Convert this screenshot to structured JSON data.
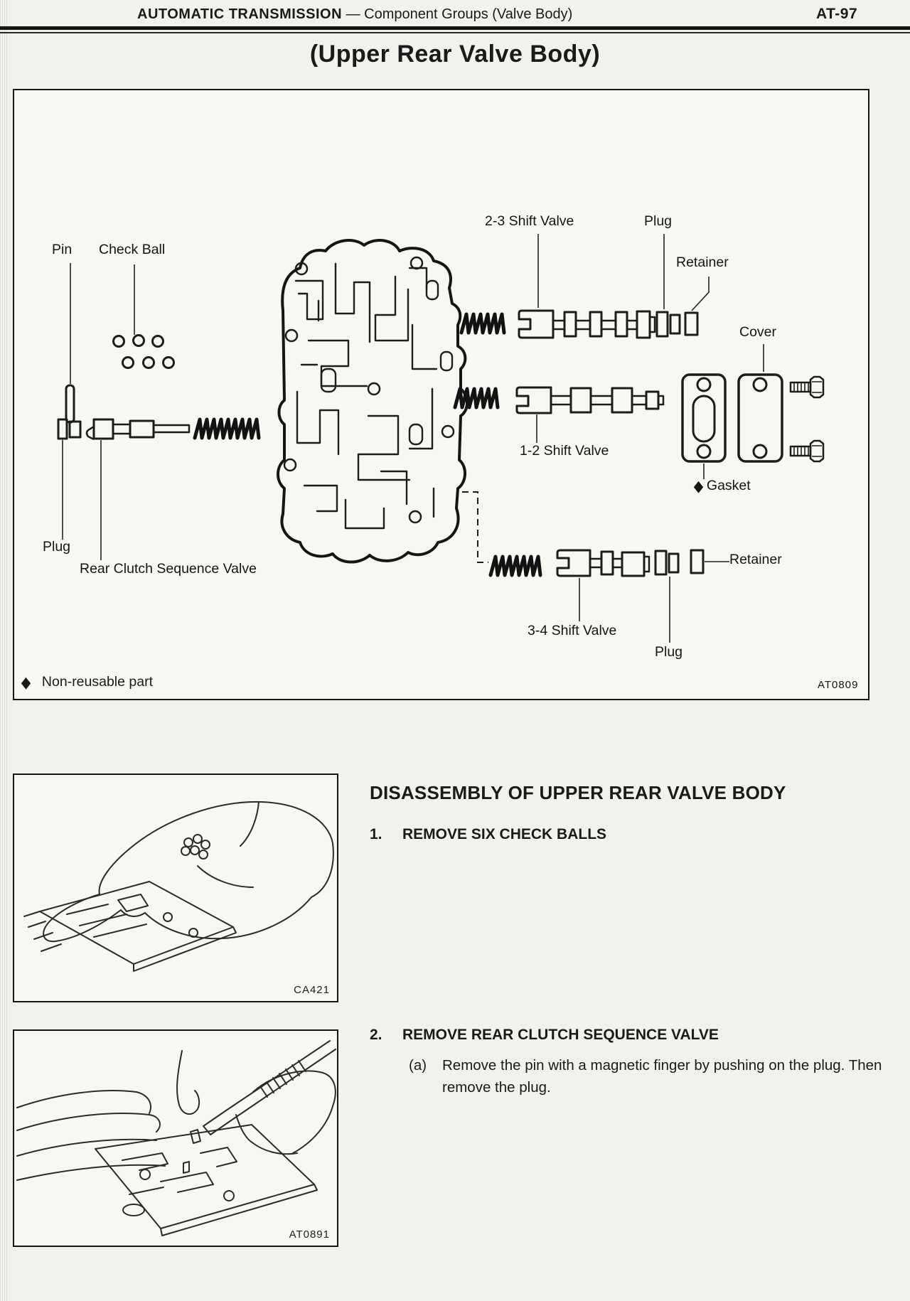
{
  "header": {
    "section": "AUTOMATIC TRANSMISSION",
    "subsection": "— Component Groups (Valve Body)",
    "page_number": "AT-97"
  },
  "title": "(Upper Rear Valve Body)",
  "diagram": {
    "figure_code": "AT0809",
    "legend": {
      "symbol": "◆",
      "text": "Non-reusable part"
    },
    "labels": {
      "pin": "Pin",
      "check_ball": "Check Ball",
      "shift_valve_2_3": "2-3 Shift Valve",
      "plug_top": "Plug",
      "retainer_top": "Retainer",
      "cover": "Cover",
      "shift_valve_1_2": "1-2 Shift Valve",
      "gasket_symbol": "◆",
      "gasket": "Gasket",
      "plug_left": "Plug",
      "rear_clutch_sequence_valve": "Rear Clutch Sequence Valve",
      "retainer_bottom": "Retainer",
      "shift_valve_3_4": "3-4 Shift Valve",
      "plug_bottom": "Plug"
    }
  },
  "figures": [
    {
      "code": "CA421"
    },
    {
      "code": "AT0891"
    }
  ],
  "instructions": {
    "heading": "DISASSEMBLY OF UPPER REAR VALVE BODY",
    "steps": [
      {
        "number": "1.",
        "title": "REMOVE SIX CHECK BALLS"
      },
      {
        "number": "2.",
        "title": "REMOVE REAR CLUTCH SEQUENCE VALVE"
      }
    ],
    "substep": {
      "label": "(a)",
      "text": "Remove the pin with a magnetic finger by pushing on the plug. Then remove the plug."
    }
  }
}
